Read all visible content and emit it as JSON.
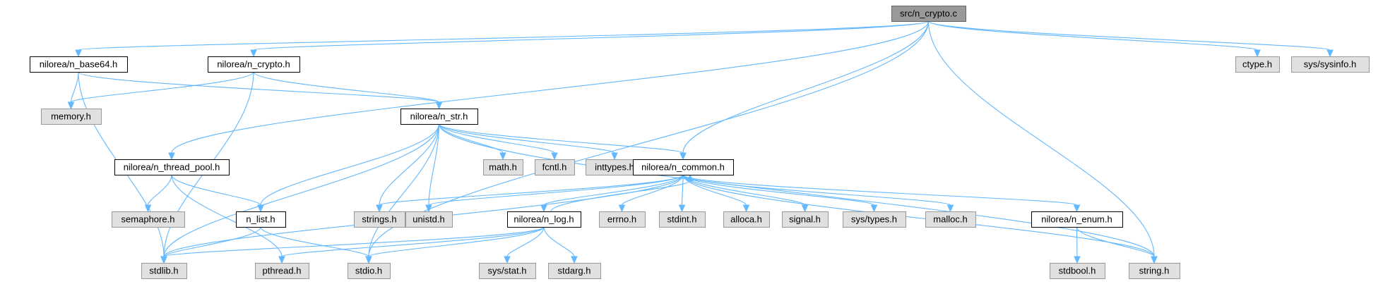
{
  "diagram": {
    "nodes": [
      {
        "id": "n_crypto_c",
        "label": "src/n_crypto.c",
        "kind": "root"
      },
      {
        "id": "n_base64_h",
        "label": "nilorea/n_base64.h",
        "kind": "documented"
      },
      {
        "id": "n_crypto_h",
        "label": "nilorea/n_crypto.h",
        "kind": "documented"
      },
      {
        "id": "ctype_h",
        "label": "ctype.h",
        "kind": "system"
      },
      {
        "id": "sysinfo_h",
        "label": "sys/sysinfo.h",
        "kind": "system"
      },
      {
        "id": "memory_h",
        "label": "memory.h",
        "kind": "system"
      },
      {
        "id": "n_str_h",
        "label": "nilorea/n_str.h",
        "kind": "documented"
      },
      {
        "id": "n_thread_pool_h",
        "label": "nilorea/n_thread_pool.h",
        "kind": "documented"
      },
      {
        "id": "math_h",
        "label": "math.h",
        "kind": "system"
      },
      {
        "id": "fcntl_h",
        "label": "fcntl.h",
        "kind": "system"
      },
      {
        "id": "inttypes_h",
        "label": "inttypes.h",
        "kind": "system"
      },
      {
        "id": "n_common_h",
        "label": "nilorea/n_common.h",
        "kind": "documented"
      },
      {
        "id": "semaphore_h",
        "label": "semaphore.h",
        "kind": "system"
      },
      {
        "id": "n_list_h",
        "label": "n_list.h",
        "kind": "documented"
      },
      {
        "id": "strings_h",
        "label": "strings.h",
        "kind": "system"
      },
      {
        "id": "unistd_h",
        "label": "unistd.h",
        "kind": "system"
      },
      {
        "id": "n_log_h",
        "label": "nilorea/n_log.h",
        "kind": "documented"
      },
      {
        "id": "errno_h",
        "label": "errno.h",
        "kind": "system"
      },
      {
        "id": "stdint_h",
        "label": "stdint.h",
        "kind": "system"
      },
      {
        "id": "alloca_h",
        "label": "alloca.h",
        "kind": "system"
      },
      {
        "id": "signal_h",
        "label": "signal.h",
        "kind": "system"
      },
      {
        "id": "systypes_h",
        "label": "sys/types.h",
        "kind": "system"
      },
      {
        "id": "malloc_h",
        "label": "malloc.h",
        "kind": "system"
      },
      {
        "id": "n_enum_h",
        "label": "nilorea/n_enum.h",
        "kind": "documented"
      },
      {
        "id": "stdlib_h",
        "label": "stdlib.h",
        "kind": "system"
      },
      {
        "id": "pthread_h",
        "label": "pthread.h",
        "kind": "system"
      },
      {
        "id": "stdio_h",
        "label": "stdio.h",
        "kind": "system"
      },
      {
        "id": "sysstat_h",
        "label": "sys/stat.h",
        "kind": "system"
      },
      {
        "id": "stdarg_h",
        "label": "stdarg.h",
        "kind": "system"
      },
      {
        "id": "stdbool_h",
        "label": "stdbool.h",
        "kind": "system"
      },
      {
        "id": "string_h",
        "label": "string.h",
        "kind": "system"
      }
    ],
    "edges": [
      {
        "from": "n_crypto_c",
        "to": "n_base64_h"
      },
      {
        "from": "n_crypto_c",
        "to": "n_crypto_h"
      },
      {
        "from": "n_crypto_c",
        "to": "n_thread_pool_h"
      },
      {
        "from": "n_crypto_c",
        "to": "n_common_h"
      },
      {
        "from": "n_crypto_c",
        "to": "stdio_h"
      },
      {
        "from": "n_crypto_c",
        "to": "string_h"
      },
      {
        "from": "n_crypto_c",
        "to": "ctype_h"
      },
      {
        "from": "n_crypto_c",
        "to": "sysinfo_h"
      },
      {
        "from": "n_base64_h",
        "to": "memory_h"
      },
      {
        "from": "n_base64_h",
        "to": "n_str_h"
      },
      {
        "from": "n_base64_h",
        "to": "stdlib_h"
      },
      {
        "from": "n_crypto_h",
        "to": "memory_h"
      },
      {
        "from": "n_crypto_h",
        "to": "n_str_h"
      },
      {
        "from": "n_crypto_h",
        "to": "stdlib_h"
      },
      {
        "from": "n_str_h",
        "to": "stdlib_h"
      },
      {
        "from": "n_str_h",
        "to": "math_h"
      },
      {
        "from": "n_str_h",
        "to": "fcntl_h"
      },
      {
        "from": "n_str_h",
        "to": "inttypes_h"
      },
      {
        "from": "n_str_h",
        "to": "n_list_h"
      },
      {
        "from": "n_str_h",
        "to": "stdio_h"
      },
      {
        "from": "n_str_h",
        "to": "strings_h"
      },
      {
        "from": "n_str_h",
        "to": "unistd_h"
      },
      {
        "from": "n_str_h",
        "to": "n_common_h"
      },
      {
        "from": "n_str_h",
        "to": "string_h"
      },
      {
        "from": "n_thread_pool_h",
        "to": "semaphore_h"
      },
      {
        "from": "n_thread_pool_h",
        "to": "n_list_h"
      },
      {
        "from": "n_thread_pool_h",
        "to": "pthread_h"
      },
      {
        "from": "n_list_h",
        "to": "stdlib_h"
      },
      {
        "from": "n_list_h",
        "to": "stdio_h"
      },
      {
        "from": "n_common_h",
        "to": "strings_h"
      },
      {
        "from": "n_common_h",
        "to": "unistd_h"
      },
      {
        "from": "n_common_h",
        "to": "stdlib_h"
      },
      {
        "from": "n_common_h",
        "to": "n_log_h"
      },
      {
        "from": "n_common_h",
        "to": "errno_h"
      },
      {
        "from": "n_common_h",
        "to": "stdint_h"
      },
      {
        "from": "n_common_h",
        "to": "alloca_h"
      },
      {
        "from": "n_common_h",
        "to": "signal_h"
      },
      {
        "from": "n_common_h",
        "to": "systypes_h"
      },
      {
        "from": "n_common_h",
        "to": "malloc_h"
      },
      {
        "from": "n_common_h",
        "to": "n_enum_h"
      },
      {
        "from": "n_common_h",
        "to": "string_h"
      },
      {
        "from": "n_log_h",
        "to": "n_common_h"
      },
      {
        "from": "n_log_h",
        "to": "stdlib_h"
      },
      {
        "from": "n_log_h",
        "to": "pthread_h"
      },
      {
        "from": "n_log_h",
        "to": "stdio_h"
      },
      {
        "from": "n_log_h",
        "to": "sysstat_h"
      },
      {
        "from": "n_log_h",
        "to": "stdarg_h"
      },
      {
        "from": "n_enum_h",
        "to": "stdbool_h"
      },
      {
        "from": "n_enum_h",
        "to": "string_h"
      }
    ]
  },
  "colors": {
    "edge": "#63b8ff",
    "root_fill": "#999999",
    "root_stroke": "#666666",
    "documented_fill": "#ffffff",
    "documented_stroke": "#000000",
    "system_fill": "#e0e0e0",
    "system_stroke": "#999999"
  }
}
